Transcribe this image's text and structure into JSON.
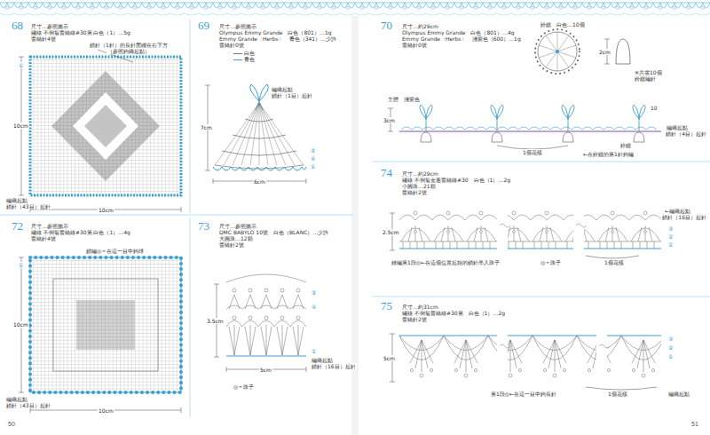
{
  "diagram": {
    "labels": [
      "68",
      "尺寸…參照圖示",
      "繡線 不倒翁蕾絲線#30第 白色（1）…5g",
      "蕾絲針4號",
      "鎖針（1針）的長針面綴在右下方",
      "（參照鉤織起點）",
      "①",
      "10cm",
      "10cm",
      "編織起點",
      "鎖針（43目）起針",
      "69",
      "尺寸…參照圖示",
      "Olympus Emmy Grande　白色（801）…1g",
      "Emmy Grande〈Herbs〉　青色（341）…少許",
      "蕾絲針0號",
      "編織起點",
      "鎖針（1目）起針",
      "7cm",
      "6cm",
      "⑤",
      "④",
      "①",
      "72",
      "尺寸…參照圖示",
      "繡線 不倒翁蕾絲線#30第 白色（1）…4g",
      "蕾絲針4號",
      "鎖編◎＝在這一目中鉤球",
      "①",
      "10cm",
      "10cm",
      "編織起點",
      "鎖針（43目）起針",
      "73",
      "尺寸…參照圖示",
      "DMC BABYLO 10號　白色（BLANC）…少許",
      "大圓珠…12顆",
      "蕾絲針2號",
      "⑤",
      "④",
      "3.5cm",
      "①",
      "編織起點",
      "鎖針（16目）起針",
      "5cm",
      "◎＝珠子",
      "50",
      "70",
      "尺寸…約29cm",
      "Olympus Emmy Grande　白色（801）…4g",
      "Emmy Grande〈Herbs〉　淺紫色（600）…1g",
      "蕾絲針0號",
      "鈴鐺　白色…10個",
      "2cm",
      "※共需10個",
      "鈴鐺編針",
      "主體　淺紫色",
      "3cm",
      "10",
      "鈴鐺",
      "1個花樣",
      "編織起點",
      "鎖針（4目）起針",
      "←在鈴鐺的第1針鉤編",
      "74",
      "尺寸…約29cm",
      "繡線 不倒翁金蔥蕾絲線#30　白色（1）…2g",
      "小圓珠…21顆",
      "蕾絲針2號",
      "2.5cm",
      "←編織起點",
      "鎖針（16目）起針",
      "③",
      "②",
      "①",
      "鏈編第1段◎←在這個位置起始的鎖針串入珠子",
      "◎＝珠子",
      "1個花樣",
      "75",
      "尺寸…約31cm",
      "繡線 不倒翁蕾絲線#30第　白色（1）…2g",
      "蕾絲針2號",
      "5cm",
      "③",
      "②",
      "①",
      "第1段◎←在這一目中鉤長針",
      "1個花樣",
      "編織起點",
      "51"
    ],
    "legend": [
      {
        "text": "白色"
      },
      {
        "text": "青色"
      }
    ]
  }
}
